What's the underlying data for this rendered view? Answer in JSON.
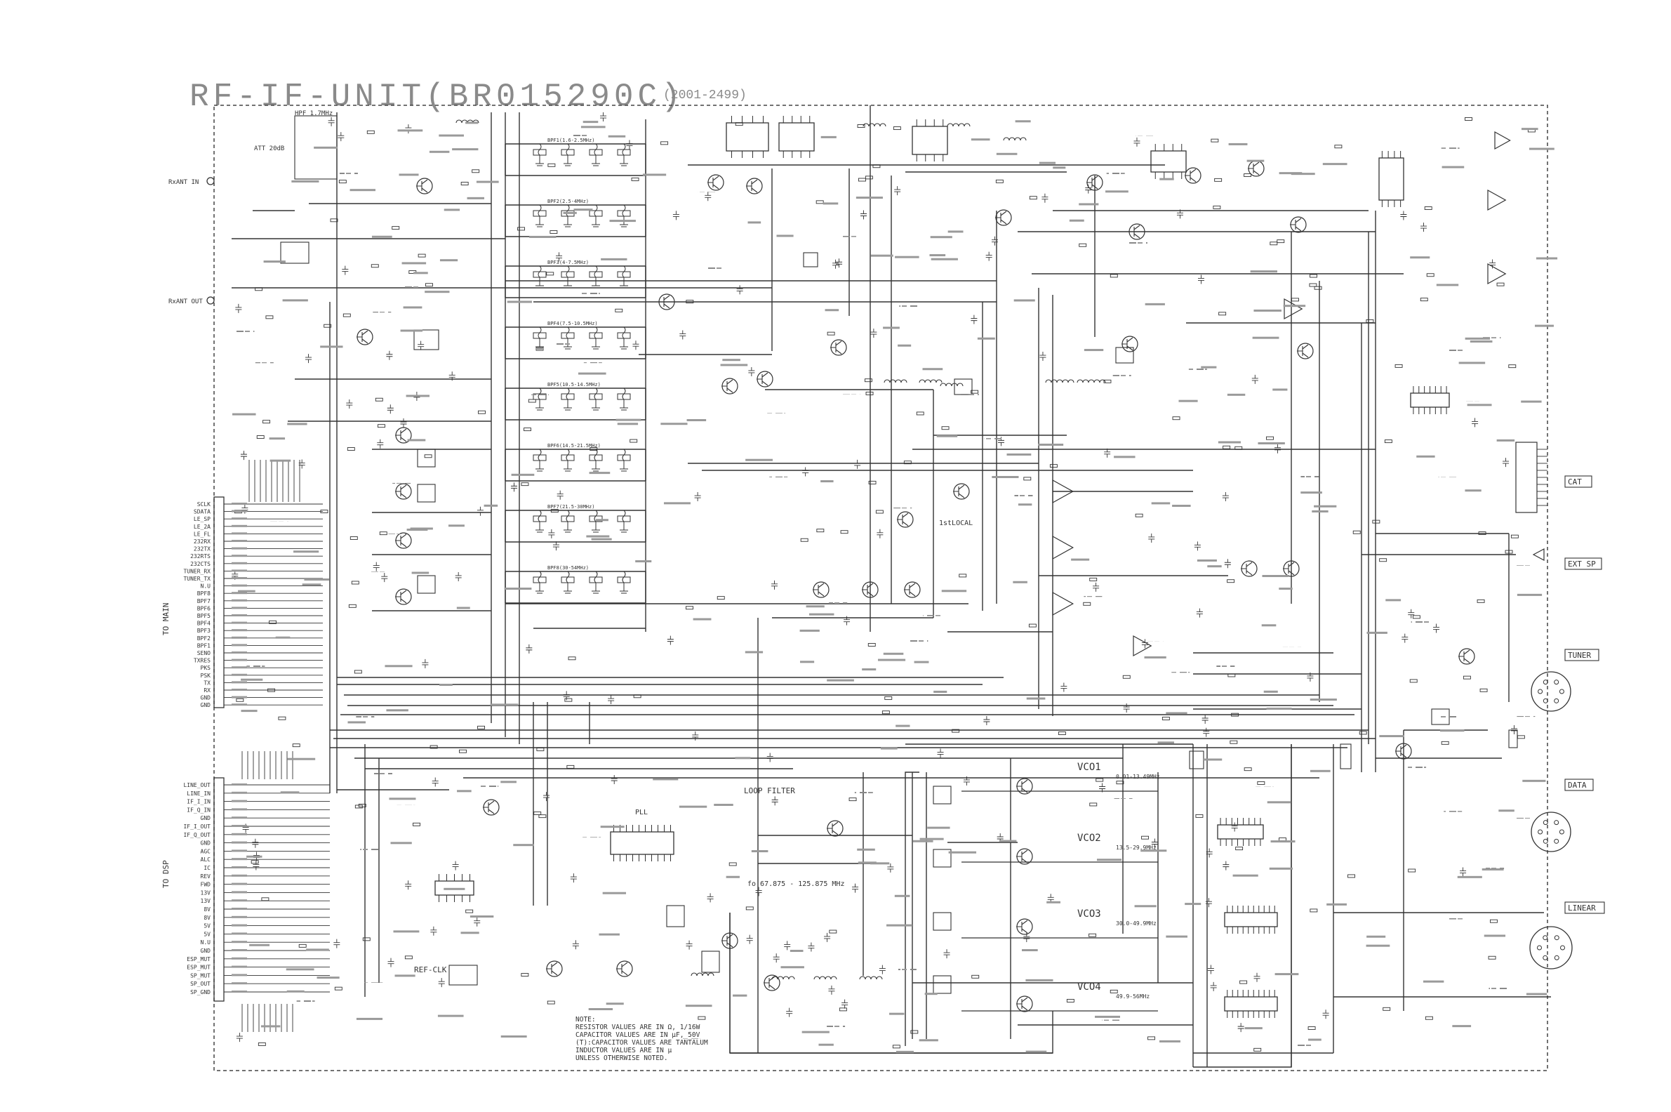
{
  "title": "RF-IF-UNIT(BR015290C)",
  "subtitle": "(2001-2499)",
  "connectors_right": [
    {
      "id": "cat",
      "label": "CAT"
    },
    {
      "id": "ext-sp",
      "label": "EXT SP"
    },
    {
      "id": "tuner",
      "label": "TUNER"
    },
    {
      "id": "data",
      "label": "DATA"
    },
    {
      "id": "linear",
      "label": "LINEAR"
    }
  ],
  "vco_labels": [
    "VCO1",
    "VCO2",
    "VCO3",
    "VCO4"
  ],
  "vco_ranges": [
    "0.01-13.49MHz",
    "13.5-29.9MHz",
    "30.0-49.9MHz",
    "49.9-56MHz"
  ],
  "loop_filter_label": "LOOP FILTER",
  "pll_label": "PLL",
  "ref_clk_label": "REF-CLK",
  "local_label": "1stLOCAL",
  "freq_note": "fo 67.875 - 125.875 MHz",
  "bpf_labels": [
    "BPF1(1.6-2.5MHz)",
    "BPF2(2.5-4MHz)",
    "BPF3(4-7.5MHz)",
    "BPF4(7.5-10.5MHz)",
    "BPF5(10.5-14.5MHz)",
    "BPF6(14.5-21.5MHz)",
    "BPF7(21.5-30MHz)",
    "BPF8(30-54MHz)"
  ],
  "hpf_label": "HPF 1.7MHz",
  "att_label": "ATT 20dB",
  "left_bus_top": [
    "SCLK",
    "SDATA",
    "LE_SP",
    "LE_2A",
    "LE_FL",
    "232RX",
    "232TX",
    "232RTS",
    "232CTS",
    "TUNER_RX",
    "TUNER_TX",
    "N.U",
    "BPF8",
    "BPF7",
    "BPF6",
    "BPF5",
    "BPF4",
    "BPF3",
    "BPF2",
    "BPF1",
    "SENO",
    "TXRES",
    "PKS",
    "PSK",
    "TX",
    "RX",
    "GND",
    "GND"
  ],
  "left_bus_bottom": [
    "LINE_OUT",
    "LINE_IN",
    "IF_I_IN",
    "IF_Q_IN",
    "GND",
    "IF_I_OUT",
    "IF_Q_OUT",
    "GND",
    "AGC",
    "ALC",
    "IC",
    "REV",
    "FWD",
    "13V",
    "13V",
    "8V",
    "8V",
    "5V",
    "5V",
    "N.U",
    "GND",
    "ESP_MUT",
    "ESP_MUT",
    "SP_MUT",
    "SP_OUT",
    "SP_GND"
  ],
  "note": [
    "NOTE:",
    "RESISTOR VALUES ARE IN Ω, 1/16W",
    "CAPACITOR VALUES ARE IN µF, 50V",
    "(T):CAPACITOR VALUES ARE TANTALUM",
    "INDUCTOR VALUES ARE IN µ",
    "UNLESS OTHERWISE NOTED."
  ],
  "colors": {
    "line": "#333333",
    "text": "#222222",
    "title": "#888888",
    "paper": "#ffffff"
  }
}
